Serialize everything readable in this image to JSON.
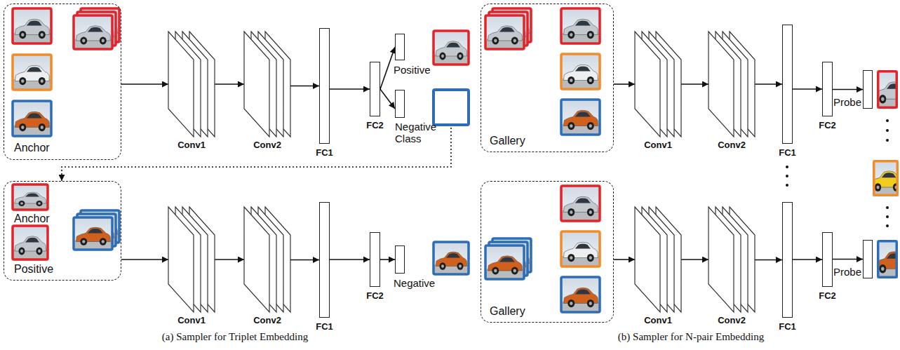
{
  "diagram": {
    "nodes": [
      {
        "text": [
          "Anchor"
        ]
      },
      {
        "text": [
          "Conv1"
        ]
      },
      {
        "text": [
          "Conv2"
        ]
      },
      {
        "text": [
          "FC1"
        ]
      },
      {
        "text": [
          "FC2"
        ]
      },
      {
        "text": [
          "Positive"
        ]
      },
      {
        "text": [
          "Negative Class"
        ]
      },
      {
        "text": [
          "Anchor",
          "Positive"
        ]
      },
      {
        "text": [
          "Conv1"
        ]
      },
      {
        "text": [
          "Conv2"
        ]
      },
      {
        "text": [
          "FC1"
        ]
      },
      {
        "text": [
          "FC2"
        ]
      },
      {
        "text": [
          "Negative"
        ]
      },
      {
        "text": [
          "Gallery"
        ]
      },
      {
        "text": [
          "Conv1"
        ]
      },
      {
        "text": [
          "Conv2"
        ]
      },
      {
        "text": [
          "FC1"
        ]
      },
      {
        "text": [
          "FC2"
        ]
      },
      {
        "text": [
          "Probe"
        ]
      },
      {
        "text": [
          "Gallery"
        ]
      },
      {
        "text": [
          "Conv1"
        ]
      },
      {
        "text": [
          "Conv2"
        ]
      },
      {
        "text": [
          "FC1"
        ]
      },
      {
        "text": [
          "FC2"
        ]
      },
      {
        "text": [
          "Probe"
        ]
      }
    ],
    "edges": [
      {
        "from": 0,
        "to": 1,
        "arrow": "to"
      },
      {
        "from": 1,
        "to": 2,
        "arrow": "to"
      },
      {
        "from": 2,
        "to": 3,
        "arrow": "to"
      },
      {
        "from": 3,
        "to": 4,
        "arrow": "to"
      },
      {
        "from": 4,
        "to": 5,
        "arrow": "to"
      },
      {
        "from": 4,
        "to": 6,
        "arrow": "to"
      },
      {
        "from": 6,
        "to": 7,
        "arrow": "to"
      },
      {
        "from": 7,
        "to": 8,
        "arrow": "to"
      },
      {
        "from": 8,
        "to": 9,
        "arrow": "to"
      },
      {
        "from": 9,
        "to": 10,
        "arrow": "to"
      },
      {
        "from": 10,
        "to": 11,
        "arrow": "to"
      },
      {
        "from": 11,
        "to": 12,
        "arrow": "to"
      },
      {
        "from": 13,
        "to": 14,
        "arrow": "to"
      },
      {
        "from": 14,
        "to": 15,
        "arrow": "to"
      },
      {
        "from": 15,
        "to": 16,
        "arrow": "to"
      },
      {
        "from": 16,
        "to": 17,
        "arrow": "to"
      },
      {
        "from": 17,
        "to": 18,
        "arrow": "to"
      },
      {
        "from": 19,
        "to": 20,
        "arrow": "to"
      },
      {
        "from": 20,
        "to": 21,
        "arrow": "to"
      },
      {
        "from": 21,
        "to": 22,
        "arrow": "to"
      },
      {
        "from": 22,
        "to": 23,
        "arrow": "to"
      },
      {
        "from": 23,
        "to": 24,
        "arrow": "to"
      }
    ],
    "labels": [
      "(a) Sampler for Triplet Embedding",
      "(b) Sampler for N-pair Embedding"
    ]
  }
}
